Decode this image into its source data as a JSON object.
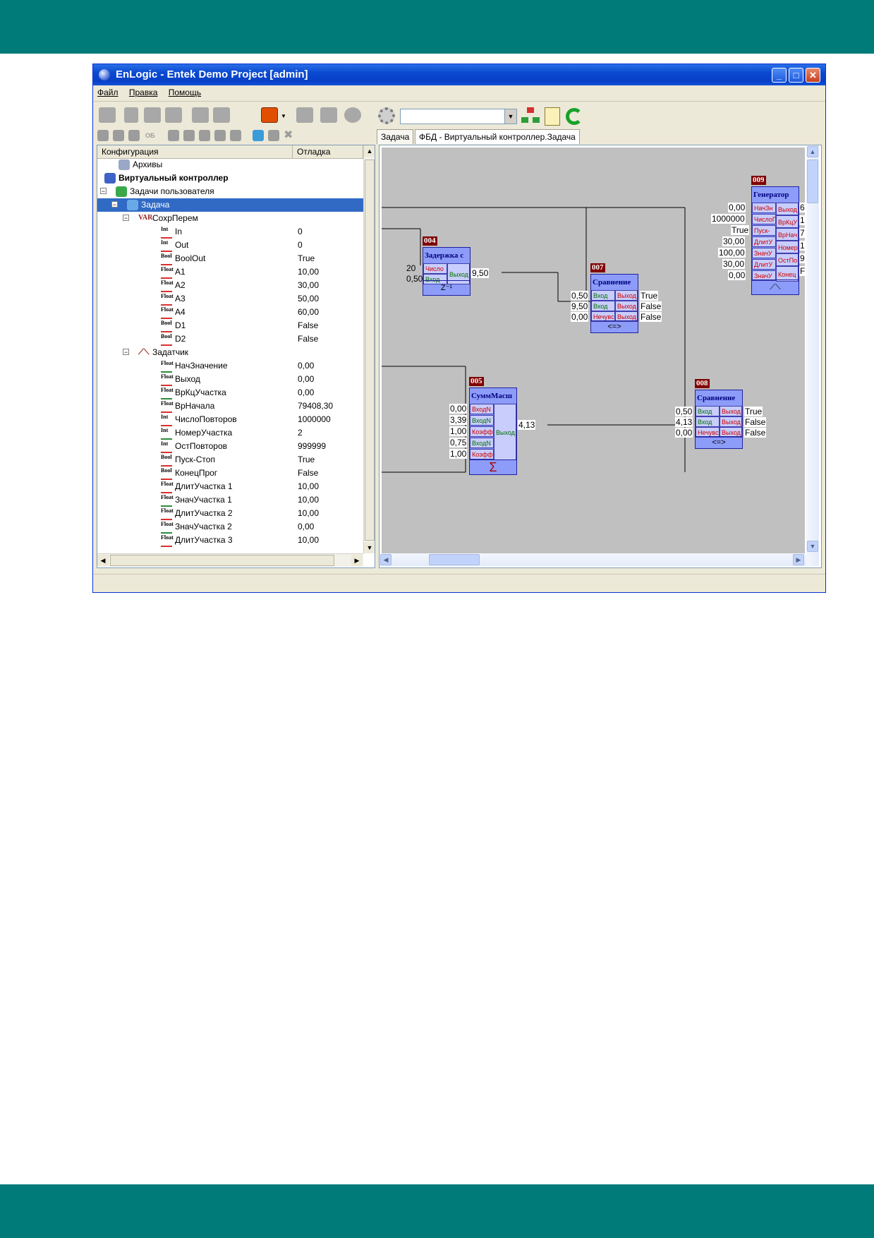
{
  "window": {
    "title": "EnLogic - Entek Demo Project [admin]"
  },
  "menu": [
    {
      "label": "Файл"
    },
    {
      "label": "Правка"
    },
    {
      "label": "Помощь"
    }
  ],
  "tabs": [
    {
      "label": "Задача"
    },
    {
      "label": "ФБД - Виртуальный контроллер.Задача"
    }
  ],
  "tree": {
    "columns": [
      "Конфигурация",
      "Отладка"
    ],
    "rows": [
      {
        "label": "Архивы",
        "value": "",
        "icon": "archive-icon"
      },
      {
        "label": "Виртуальный контроллер",
        "value": "",
        "icon": "controller-icon"
      },
      {
        "label": "Задачи пользователя",
        "value": "",
        "icon": "tasks-icon"
      },
      {
        "label": "Задача",
        "value": "",
        "icon": "task-icon"
      },
      {
        "label": "СохрПерем",
        "value": "",
        "icon": "var-icon",
        "badge": "VAR"
      },
      {
        "label": "In",
        "value": "0",
        "badge": "Int"
      },
      {
        "label": "Out",
        "value": "0",
        "badge": "Int"
      },
      {
        "label": "BoolOut",
        "value": "True",
        "badge": "Bool"
      },
      {
        "label": "A1",
        "value": "10,00",
        "badge": "Float"
      },
      {
        "label": "A2",
        "value": "30,00",
        "badge": "Float"
      },
      {
        "label": "A3",
        "value": "50,00",
        "badge": "Float"
      },
      {
        "label": "A4",
        "value": "60,00",
        "badge": "Float"
      },
      {
        "label": "D1",
        "value": "False",
        "badge": "Bool"
      },
      {
        "label": "D2",
        "value": "False",
        "badge": "Bool"
      },
      {
        "label": "Задатчик",
        "value": "",
        "icon": "ramp-icon"
      },
      {
        "label": "НачЗначение",
        "value": "0,00",
        "badge": "Float"
      },
      {
        "label": "Выход",
        "value": "0,00",
        "badge": "Float"
      },
      {
        "label": "ВрКцУчастка",
        "value": "0,00",
        "badge": "Float"
      },
      {
        "label": "ВрНачала",
        "value": "79408,30",
        "badge": "Float"
      },
      {
        "label": "ЧислоПовторов",
        "value": "1000000",
        "badge": "Int"
      },
      {
        "label": "НомерУчастка",
        "value": "2",
        "badge": "Int"
      },
      {
        "label": "ОстПовторов",
        "value": "999999",
        "badge": "Int"
      },
      {
        "label": "Пуск-Стоп",
        "value": "True",
        "badge": "Bool"
      },
      {
        "label": "КонецПрог",
        "value": "False",
        "badge": "Bool"
      },
      {
        "label": "ДлитУчастка 1",
        "value": "10,00",
        "badge": "Float"
      },
      {
        "label": "ЗначУчастка 1",
        "value": "10,00",
        "badge": "Float"
      },
      {
        "label": "ДлитУчастка 2",
        "value": "10,00",
        "badge": "Float"
      },
      {
        "label": "ЗначУчастка 2",
        "value": "0,00",
        "badge": "Float"
      },
      {
        "label": "ДлитУчастка 3",
        "value": "10,00",
        "badge": "Float"
      }
    ]
  },
  "blocks": {
    "b004": {
      "num": "004",
      "title": "Задержка с",
      "ports": [
        "Число",
        "Вход",
        "Выход"
      ],
      "foot": "Z⁻¹",
      "in_values": [
        "20",
        "0,50"
      ],
      "out_value": "9,50"
    },
    "b007": {
      "num": "007",
      "title": "Сравнение",
      "in_ports": [
        "Вход",
        "Вход",
        "Нечувс"
      ],
      "out_ports": [
        "Выход",
        "Выход",
        "Выход"
      ],
      "foot": "<=>",
      "in_values": [
        "0,50",
        "9,50",
        "0,00"
      ],
      "out_values": [
        "True",
        "False",
        "False"
      ]
    },
    "b009": {
      "num": "009",
      "title": "Генератор",
      "in_ports": [
        "НачЗн",
        "ЧислоП",
        "Пуск-",
        "ДлитУ",
        "ЗначУ",
        "ДлитУ",
        "ЗначУ"
      ],
      "out_ports": [
        "Выход",
        "ВрКцУ",
        "ВрНач",
        "Номер",
        "ОстПо",
        "Конец"
      ],
      "in_values": [
        "0,00",
        "1000000",
        "True",
        "30,00",
        "100,00",
        "30,00",
        "0,00"
      ],
      "out_values": [
        "6",
        "1",
        "7",
        "1",
        "9",
        "F"
      ]
    },
    "b005": {
      "num": "005",
      "title": "СуммМасш",
      "in_ports": [
        "ВходN",
        "ВходN",
        "Коэфф",
        "ВходN",
        "Коэфф"
      ],
      "out_port": "Выход",
      "foot": "Σ",
      "in_values": [
        "0,00",
        "3,39",
        "1,00",
        "0,75",
        "1,00"
      ],
      "out_value": "4,13"
    },
    "b008": {
      "num": "008",
      "title": "Сравнение",
      "in_ports": [
        "Вход",
        "Вход",
        "Нечувс"
      ],
      "out_ports": [
        "Выход",
        "Выход",
        "Выход"
      ],
      "foot": "<=>",
      "in_values": [
        "0,50",
        "4,13",
        "0,00"
      ],
      "out_values": [
        "True",
        "False",
        "False"
      ]
    }
  },
  "colors": {
    "band": "#007b79",
    "canvas": "#c0c0c0",
    "block": "#8c9cf8",
    "block_number": "#800000",
    "selection": "#316ac5"
  }
}
